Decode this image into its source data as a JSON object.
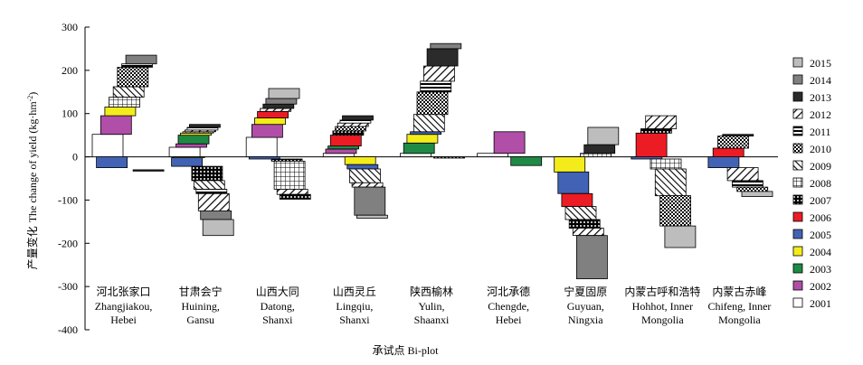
{
  "chart_data": {
    "type": "bar",
    "subtype": "waterfall",
    "ylabel_cn": "产量变化",
    "ylabel_en": "The change of yield (kg·hm",
    "ylabel_sup": "-2",
    "ylabel_end": ")",
    "xlabel": "承试点 Bi-plot",
    "ylim": [
      -400,
      300
    ],
    "yticks": [
      300,
      200,
      100,
      0,
      -100,
      -200,
      -300,
      -400
    ],
    "years": [
      "2001",
      "2002",
      "2003",
      "2004",
      "2005",
      "2006",
      "2007",
      "2008",
      "2009",
      "2010",
      "2011",
      "2012",
      "2013",
      "2014",
      "2015"
    ],
    "legend_order": [
      "2015",
      "2014",
      "2013",
      "2012",
      "2011",
      "2010",
      "2009",
      "2008",
      "2007",
      "2006",
      "2005",
      "2004",
      "2003",
      "2002",
      "2001"
    ],
    "year_colors": {
      "2001": "#ffffff",
      "2002": "#b04ea8",
      "2003": "#1e8a45",
      "2004": "#f4ec1a",
      "2005": "#4263b5",
      "2006": "#ec1c24",
      "2007": "#000000",
      "2008": "#ffffff",
      "2009": "#ffffff",
      "2010": "#000000",
      "2011": "#000000",
      "2012": "#ffffff",
      "2013": "#2b2b2b",
      "2014": "#808080",
      "2015": "#bdbdbd"
    },
    "sites": [
      {
        "cn": "河北张家口",
        "en": [
          "Zhangjiakou,",
          "Hebei"
        ],
        "segments": [
          [
            "2001",
            0,
            52
          ],
          [
            "2005",
            -25,
            0
          ],
          [
            "2002",
            52,
            95
          ],
          [
            "2004",
            95,
            115
          ],
          [
            "2008",
            115,
            138
          ],
          [
            "2009",
            138,
            162
          ],
          [
            "2010",
            162,
            207
          ],
          [
            "2011",
            207,
            215
          ],
          [
            "2014",
            215,
            235
          ]
        ],
        "tail": [
          [
            "2006",
            -30,
            -33
          ]
        ]
      },
      {
        "cn": "甘肃会宁",
        "en": [
          "Huining,",
          "Gansu"
        ],
        "segments": [
          [
            "2001",
            0,
            22
          ],
          [
            "2005",
            -22,
            -2
          ],
          [
            "2004",
            -2,
            0
          ],
          [
            "2002",
            22,
            30
          ],
          [
            "2003",
            30,
            50
          ],
          [
            "2004",
            50,
            55
          ],
          [
            "2008",
            55,
            58
          ],
          [
            "2012",
            58,
            62
          ],
          [
            "2011",
            62,
            68
          ],
          [
            "2013",
            68,
            75
          ],
          [
            "2007",
            -22,
            -55
          ],
          [
            "2009",
            -55,
            -75
          ],
          [
            "2011",
            -75,
            -85
          ],
          [
            "2012",
            -85,
            -125
          ],
          [
            "2014",
            -125,
            -145
          ],
          [
            "2015",
            -145,
            -182
          ]
        ]
      },
      {
        "cn": "山西大同",
        "en": [
          "Datong,",
          "Shanxi"
        ],
        "segments": [
          [
            "2001",
            0,
            45
          ],
          [
            "2005",
            -5,
            0
          ],
          [
            "2002",
            45,
            75
          ],
          [
            "2004",
            75,
            90
          ],
          [
            "2006",
            90,
            105
          ],
          [
            "2012",
            105,
            112
          ],
          [
            "2013",
            112,
            122
          ],
          [
            "2014",
            122,
            135
          ],
          [
            "2015",
            135,
            158
          ],
          [
            "2007",
            -5,
            -10
          ],
          [
            "2008",
            -10,
            -75
          ],
          [
            "2012",
            -75,
            -87
          ],
          [
            "2007",
            -87,
            -98
          ]
        ]
      },
      {
        "cn": "山西灵丘",
        "en": [
          "Lingqiu,",
          "Shanxi"
        ],
        "segments": [
          [
            "2001",
            0,
            8
          ],
          [
            "2002",
            8,
            18
          ],
          [
            "2003",
            18,
            25
          ],
          [
            "2006",
            25,
            50
          ],
          [
            "2007",
            50,
            60
          ],
          [
            "2010",
            60,
            70
          ],
          [
            "2012",
            70,
            78
          ],
          [
            "2011",
            78,
            85
          ],
          [
            "2013",
            85,
            95
          ],
          [
            "2004",
            0,
            -18
          ],
          [
            "2005",
            -18,
            -28
          ],
          [
            "2009",
            -28,
            -60
          ],
          [
            "2012",
            -60,
            -70
          ],
          [
            "2014",
            -70,
            -135
          ],
          [
            "2015",
            -135,
            -142
          ]
        ]
      },
      {
        "cn": "陕西榆林",
        "en": [
          "Yulin,",
          "Shaanxi"
        ],
        "segments": [
          [
            "2001",
            0,
            8
          ],
          [
            "2003",
            8,
            32
          ],
          [
            "2004",
            32,
            52
          ],
          [
            "2005",
            52,
            58
          ],
          [
            "2009",
            58,
            98
          ],
          [
            "2010",
            98,
            150
          ],
          [
            "2011",
            150,
            175
          ],
          [
            "2012",
            175,
            210
          ],
          [
            "2013",
            210,
            250
          ],
          [
            "2014",
            250,
            262
          ],
          [
            "2007",
            -3,
            0
          ]
        ]
      },
      {
        "cn": "河北承德",
        "en": [
          "Chengde,",
          "Hebei"
        ],
        "segments": [
          [
            "2001",
            0,
            8
          ],
          [
            "2002",
            8,
            58
          ],
          [
            "2003",
            -20,
            0
          ]
        ]
      },
      {
        "cn": "宁夏固原",
        "en": [
          "Guyuan,",
          "Ningxia"
        ],
        "segments": [
          [
            "2004",
            0,
            -35
          ],
          [
            "2005",
            -35,
            -85
          ],
          [
            "2006",
            -85,
            -115
          ],
          [
            "2009",
            -115,
            -145
          ],
          [
            "2007",
            -145,
            -165
          ],
          [
            "2012",
            -165,
            -182
          ],
          [
            "2014",
            -182,
            -282
          ],
          [
            "2008",
            0,
            8
          ],
          [
            "2013",
            8,
            28
          ],
          [
            "2015",
            28,
            68
          ]
        ]
      },
      {
        "cn": "内蒙古呼和浩特",
        "en": [
          "Hohhot, Inner",
          "Mongolia"
        ],
        "segments": [
          [
            "2005",
            -5,
            0
          ],
          [
            "2006",
            0,
            55
          ],
          [
            "2007",
            55,
            65
          ],
          [
            "2012",
            65,
            95
          ],
          [
            "2008",
            -5,
            -28
          ],
          [
            "2009",
            -28,
            -90
          ],
          [
            "2010",
            -90,
            -160
          ],
          [
            "2015",
            -160,
            -210
          ]
        ]
      },
      {
        "cn": "内蒙古赤峰",
        "en": [
          "Chifeng, Inner",
          "Mongolia"
        ],
        "segments": [
          [
            "2005",
            0,
            -25
          ],
          [
            "2006",
            0,
            20
          ],
          [
            "2010",
            20,
            48
          ],
          [
            "2013",
            48,
            52
          ],
          [
            "2012",
            -25,
            -55
          ],
          [
            "2011",
            -55,
            -70
          ],
          [
            "2010",
            -70,
            -80
          ],
          [
            "2015",
            -80,
            -92
          ]
        ]
      }
    ]
  }
}
